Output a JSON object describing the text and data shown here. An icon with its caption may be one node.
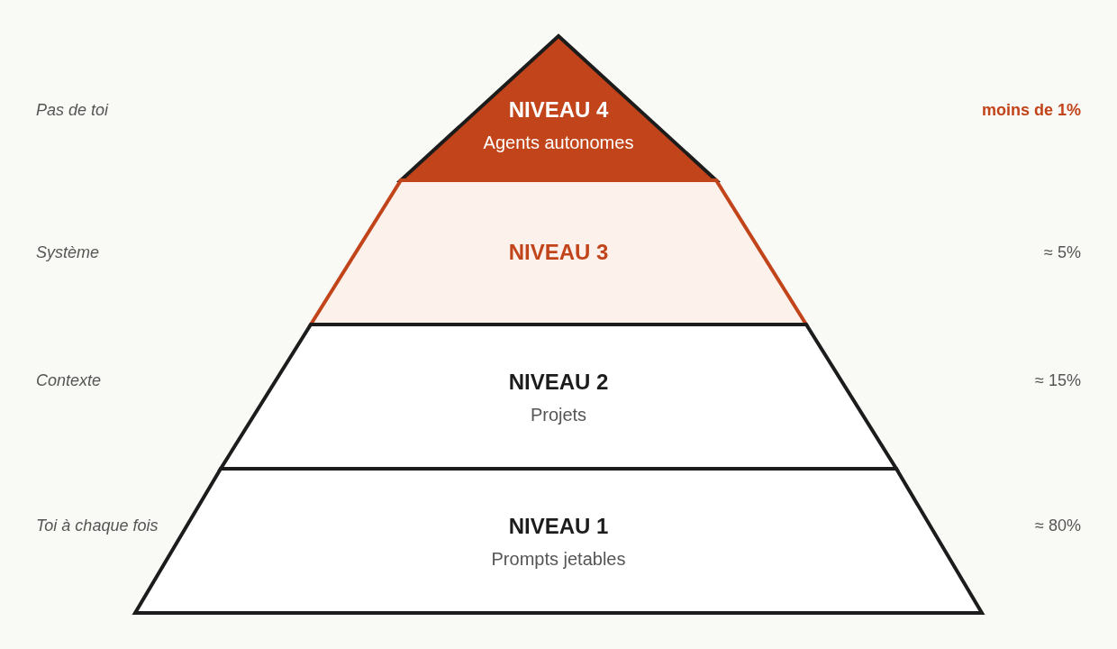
{
  "diagram": {
    "nodes": [
      {
        "text": [
          "NIVEAU 4",
          "Agents autonomes"
        ]
      },
      {
        "text": [
          "NIVEAU 3"
        ]
      },
      {
        "text": [
          "NIVEAU 2",
          "Projets"
        ]
      },
      {
        "text": [
          "NIVEAU 1",
          "Prompts jetables"
        ]
      }
    ],
    "labels": [
      "Pas de toi",
      "moins de 1%",
      "Système",
      "≈ 5%",
      "Contexte",
      "≈ 15%",
      "Toi à chaque fois",
      "≈ 80%"
    ]
  }
}
